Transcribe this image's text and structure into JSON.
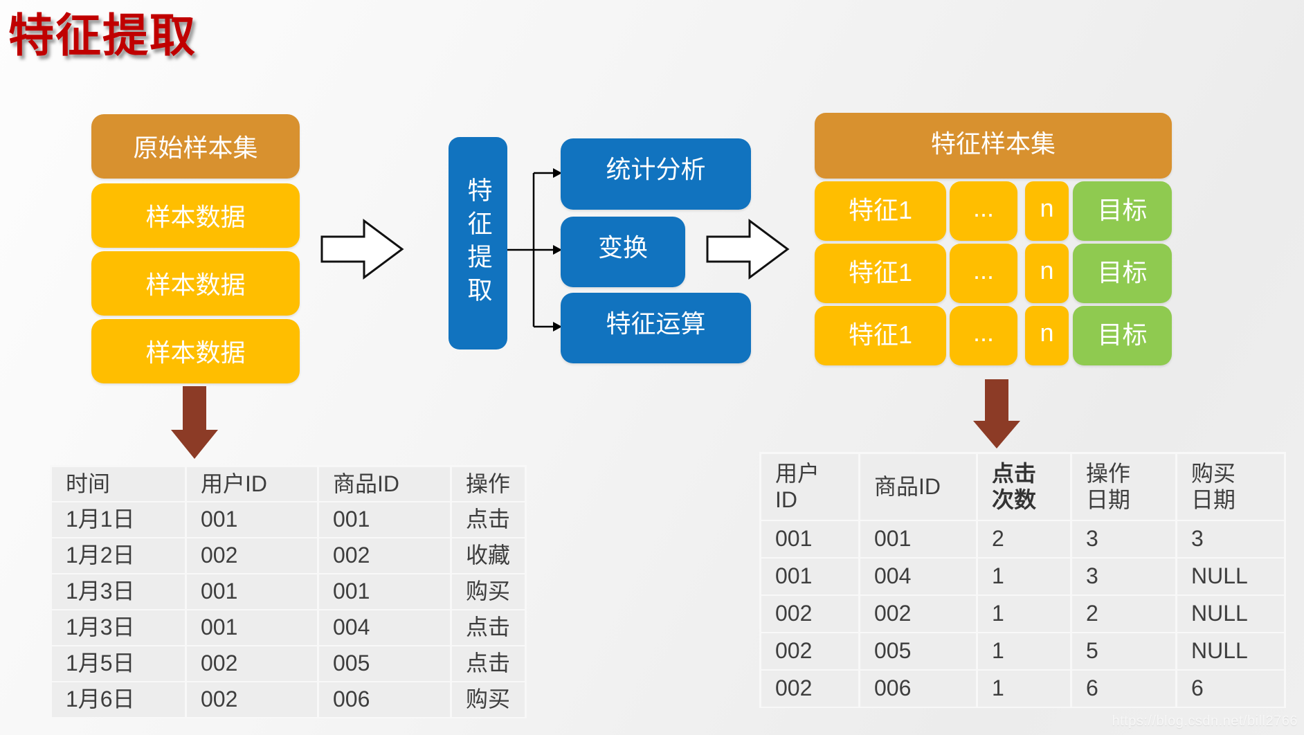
{
  "page": {
    "title": "特征提取",
    "watermark": "https://blog.csdn.net/bill2766"
  },
  "colors": {
    "title_red": "#C00000",
    "orange": "#D8912F",
    "yellow": "#FFBE00",
    "blue": "#1173BF",
    "green": "#8FCA50",
    "dark_red_arrow": "#8C3B26",
    "table_cell_bg": "#EDEDED",
    "table_text": "#3D3D3D"
  },
  "flow": {
    "source_stack": {
      "header": "原始样本集",
      "items": [
        "样本数据",
        "样本数据",
        "样本数据"
      ]
    },
    "process": {
      "label": "特征提取",
      "steps": [
        "统计分析",
        "变换",
        "特征运算"
      ]
    },
    "feature_set": {
      "header": "特征样本集",
      "rows": [
        [
          "特征1",
          "...",
          "n",
          "目标"
        ],
        [
          "特征1",
          "...",
          "n",
          "目标"
        ],
        [
          "特征1",
          "...",
          "n",
          "目标"
        ]
      ]
    }
  },
  "raw_table": {
    "headers": [
      "时间",
      "用户ID",
      "商品ID",
      "操作"
    ],
    "rows": [
      [
        "1月1日",
        "001",
        "001",
        "点击"
      ],
      [
        "1月2日",
        "002",
        "002",
        "收藏"
      ],
      [
        "1月3日",
        "001",
        "001",
        "购买"
      ],
      [
        "1月3日",
        "001",
        "004",
        "点击"
      ],
      [
        "1月5日",
        "002",
        "005",
        "点击"
      ],
      [
        "1月6日",
        "002",
        "006",
        "购买"
      ]
    ]
  },
  "feature_table": {
    "headers": [
      "用户\nID",
      "商品ID",
      "点击\n次数",
      "操作\n日期",
      "购买\n日期"
    ],
    "bold_col": 2,
    "rows": [
      [
        "001",
        "001",
        "2",
        "3",
        "3"
      ],
      [
        "001",
        "004",
        "1",
        "3",
        "NULL"
      ],
      [
        "002",
        "002",
        "1",
        "2",
        "NULL"
      ],
      [
        "002",
        "005",
        "1",
        "5",
        "NULL"
      ],
      [
        "002",
        "006",
        "1",
        "6",
        "6"
      ]
    ]
  }
}
